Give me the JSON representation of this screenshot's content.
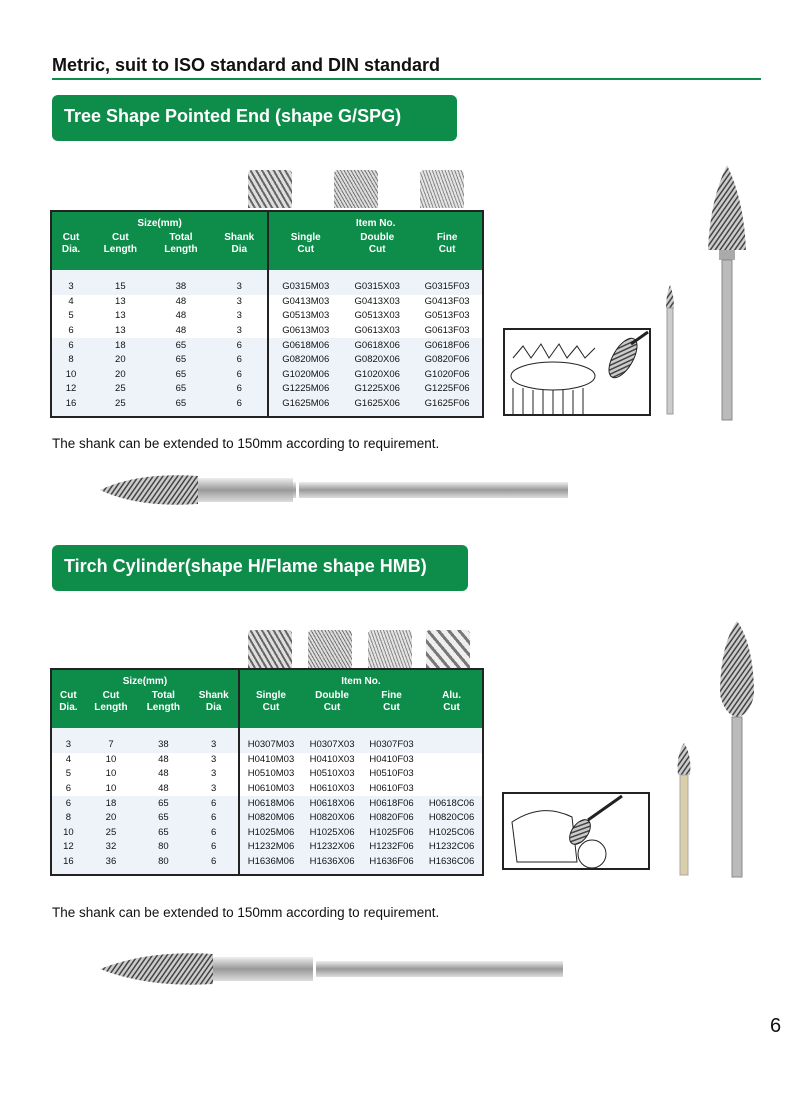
{
  "page_title": "Metric, suit to ISO standard and DIN standard",
  "page_number": "6",
  "accent_color": "#0d8c4a",
  "sections": [
    {
      "title": "Tree Shape Pointed End (shape G/SPG)",
      "group_size": "Size(mm)",
      "group_item": "Item No.",
      "headers": [
        "Cut\nDia.",
        "Cut\nLength",
        "Total\nLength",
        "Shank\nDia",
        "Single\nCut",
        "Double\nCut",
        "Fine\nCut"
      ],
      "rows": [
        [
          "3",
          "15",
          "38",
          "3",
          "G0315M03",
          "G0315X03",
          "G0315F03"
        ],
        [
          "4",
          "13",
          "48",
          "3",
          "G0413M03",
          "G0413X03",
          "G0413F03"
        ],
        [
          "5",
          "13",
          "48",
          "3",
          "G0513M03",
          "G0513X03",
          "G0513F03"
        ],
        [
          "6",
          "13",
          "48",
          "3",
          "G0613M03",
          "G0613X03",
          "G0613F03"
        ],
        [
          "6",
          "18",
          "65",
          "6",
          "G0618M06",
          "G0618X06",
          "G0618F06"
        ],
        [
          "8",
          "20",
          "65",
          "6",
          "G0820M06",
          "G0820X06",
          "G0820F06"
        ],
        [
          "10",
          "20",
          "65",
          "6",
          "G1020M06",
          "G1020X06",
          "G1020F06"
        ],
        [
          "12",
          "25",
          "65",
          "6",
          "G1225M06",
          "G1225X06",
          "G1225F06"
        ],
        [
          "16",
          "25",
          "65",
          "6",
          "G1625M06",
          "G1625X06",
          "G1625F06"
        ]
      ],
      "note": "The shank can be extended to 150mm according to requirement."
    },
    {
      "title": "Tirch Cylinder(shape H/Flame shape HMB)",
      "group_size": "Size(mm)",
      "group_item": "Item No.",
      "headers": [
        "Cut\nDia.",
        "Cut\nLength",
        "Total\nLength",
        "Shank\nDia",
        "Single\nCut",
        "Double\nCut",
        "Fine\nCut",
        "Alu.\nCut"
      ],
      "rows": [
        [
          "3",
          "7",
          "38",
          "3",
          "H0307M03",
          "H0307X03",
          "H0307F03",
          ""
        ],
        [
          "4",
          "10",
          "48",
          "3",
          "H0410M03",
          "H0410X03",
          "H0410F03",
          ""
        ],
        [
          "5",
          "10",
          "48",
          "3",
          "H0510M03",
          "H0510X03",
          "H0510F03",
          ""
        ],
        [
          "6",
          "10",
          "48",
          "3",
          "H0610M03",
          "H0610X03",
          "H0610F03",
          ""
        ],
        [
          "6",
          "18",
          "65",
          "6",
          "H0618M06",
          "H0618X06",
          "H0618F06",
          "H0618C06"
        ],
        [
          "8",
          "20",
          "65",
          "6",
          "H0820M06",
          "H0820X06",
          "H0820F06",
          "H0820C06"
        ],
        [
          "10",
          "25",
          "65",
          "6",
          "H1025M06",
          "H1025X06",
          "H1025F06",
          "H1025C06"
        ],
        [
          "12",
          "32",
          "80",
          "6",
          "H1232M06",
          "H1232X06",
          "H1232F06",
          "H1232C06"
        ],
        [
          "16",
          "36",
          "80",
          "6",
          "H1636M06",
          "H1636X06",
          "H1636F06",
          "H1636C06"
        ]
      ],
      "note": "The shank can be extended to 150mm according to requirement."
    }
  ]
}
